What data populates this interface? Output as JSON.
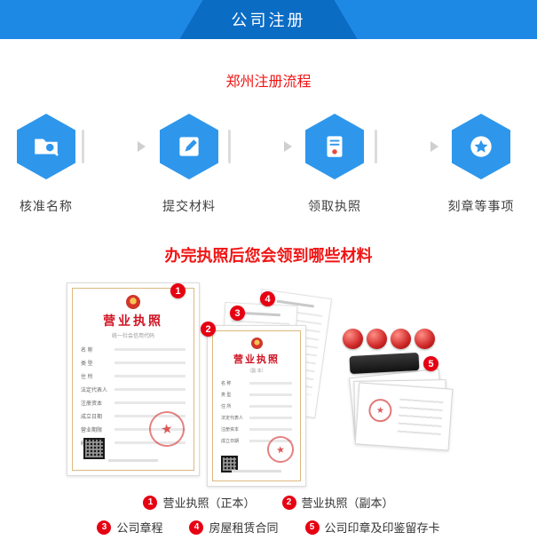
{
  "colors": {
    "primary_blue": "#1e88e5",
    "tab_blue": "#0b6cc4",
    "hex_blue": "#2e97ec",
    "accent_red": "#e60012",
    "title_red": "#f01414"
  },
  "header": {
    "title": "公司注册"
  },
  "process": {
    "title": "郑州注册流程",
    "steps": [
      {
        "label": "核准名称",
        "icon": "folder-search-icon"
      },
      {
        "label": "提交材料",
        "icon": "pen-edit-icon"
      },
      {
        "label": "领取执照",
        "icon": "license-document-icon"
      },
      {
        "label": "刻章等事项",
        "icon": "star-medal-icon"
      }
    ]
  },
  "materials": {
    "title": "办完执照后您会领到哪些材料",
    "badges": [
      "1",
      "2",
      "3",
      "4",
      "5"
    ],
    "license_original": {
      "title": "营业执照",
      "subtitle": "统一社会信用代码",
      "fields": [
        "名 称",
        "类 型",
        "住 所",
        "法定代表人",
        "注册资本",
        "成立日期",
        "营业期限",
        "经营范围"
      ]
    },
    "license_copy": {
      "title": "营业执照",
      "subtitle": "（副 本）"
    }
  },
  "legend": {
    "row1": [
      {
        "num": "1",
        "label": "营业执照（正本）"
      },
      {
        "num": "2",
        "label": "营业执照（副本）"
      }
    ],
    "row2": [
      {
        "num": "3",
        "label": "公司章程"
      },
      {
        "num": "4",
        "label": "房屋租赁合同"
      },
      {
        "num": "5",
        "label": "公司印章及印鉴留存卡"
      }
    ]
  }
}
